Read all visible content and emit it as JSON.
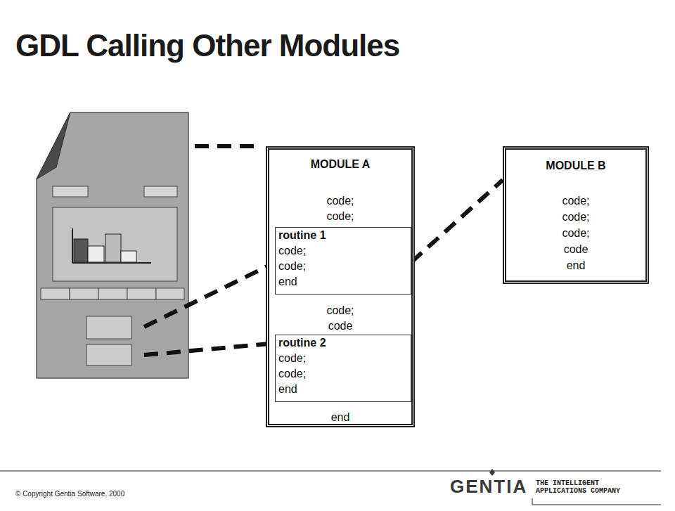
{
  "diagram": {
    "title": "GDL Calling Other Modules",
    "nodes": [
      {
        "text": [
          "MODULE A",
          "code;",
          "code;",
          "code;",
          "code",
          "end"
        ]
      },
      {
        "text": [
          "routine 1",
          "code;",
          "code;",
          "end"
        ],
        "in": 0
      },
      {
        "text": [
          "routine 2",
          "code;",
          "code;",
          "end"
        ],
        "in": 0
      },
      {
        "text": [
          "MODULE B",
          "code;",
          "code;",
          "code;",
          "code",
          "end"
        ]
      }
    ],
    "edges": [
      {
        "from": 1,
        "to": 3,
        "arrow": "none"
      }
    ],
    "labels": [
      "© Copyright Gentia Software, 2000",
      "GENTIA",
      "THE INTELLIGENT APPLICATIONS COMPANY"
    ]
  }
}
